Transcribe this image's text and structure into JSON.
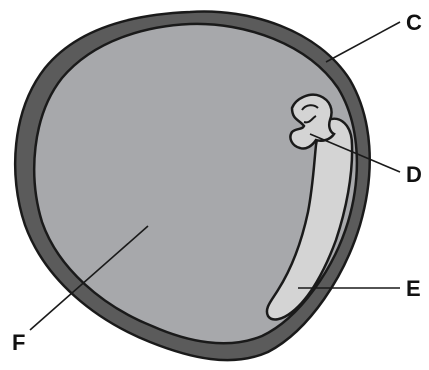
{
  "labels": {
    "c": "C",
    "d": "D",
    "e": "E",
    "f": "F"
  },
  "colors": {
    "outer_wall": "#5b5b5b",
    "inner_region": "#a7a8ab",
    "structure_fill": "#d4d4d4",
    "outline": "#1a1a1a",
    "leader_line": "#1a1a1a"
  }
}
